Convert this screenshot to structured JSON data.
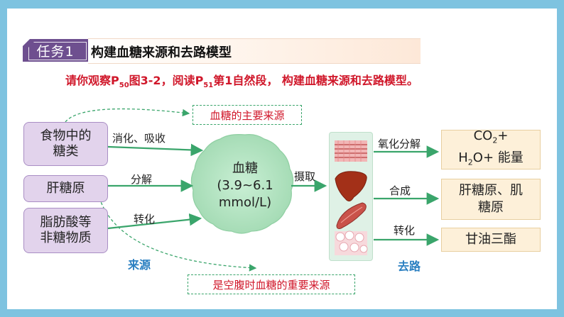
{
  "task": {
    "tab_label": "任务1",
    "title": "构建血糖来源和去路模型"
  },
  "instruction": {
    "part1": "请你观察P",
    "sub1": "50",
    "part2": "图3-2，阅读P",
    "sub2": "51",
    "part3": "第1自然段， 构建血糖来源和去路模型。"
  },
  "sources": [
    {
      "line1": "食物中的",
      "line2": "糖类"
    },
    {
      "line1": "肝糖原",
      "line2": ""
    },
    {
      "line1": "脂肪酸等",
      "line2": "非糖物质"
    }
  ],
  "source_edges": [
    "消化、吸收",
    "分解",
    "转化"
  ],
  "blood_sugar": {
    "line1": "血糖",
    "line2": "(3.9~6.1",
    "line3": "mmol/L)"
  },
  "uptake_label": "摄取",
  "notes": {
    "main_source": "血糖的主要来源",
    "fasting_source": "是空腹时血糖的重要来源"
  },
  "section_labels": {
    "source": "来源",
    "destination": "去路"
  },
  "dest_edges": [
    "氧化分解",
    "合成",
    "转化"
  ],
  "destinations": {
    "d1_line1_a": "CO",
    "d1_line1_sub": "2",
    "d1_line1_b": "+",
    "d1_line2_a": "H",
    "d1_line2_sub": "2",
    "d1_line2_b": "O+ 能量",
    "d2_line1": "肝糖原、肌",
    "d2_line2": "糖原",
    "d3": "甘油三酯"
  },
  "colors": {
    "background_frame": "#7ec3e0",
    "task_tab": "#6e4f8f",
    "instruction_red": "#d0172a",
    "source_box": "#e2d3ec",
    "blood_circle": "#b8e6c6",
    "dest_box": "#fdf0d9",
    "organ_panel": "#dff1e6",
    "arrow": "#3aa56b",
    "blue_label": "#2a7fc1"
  }
}
